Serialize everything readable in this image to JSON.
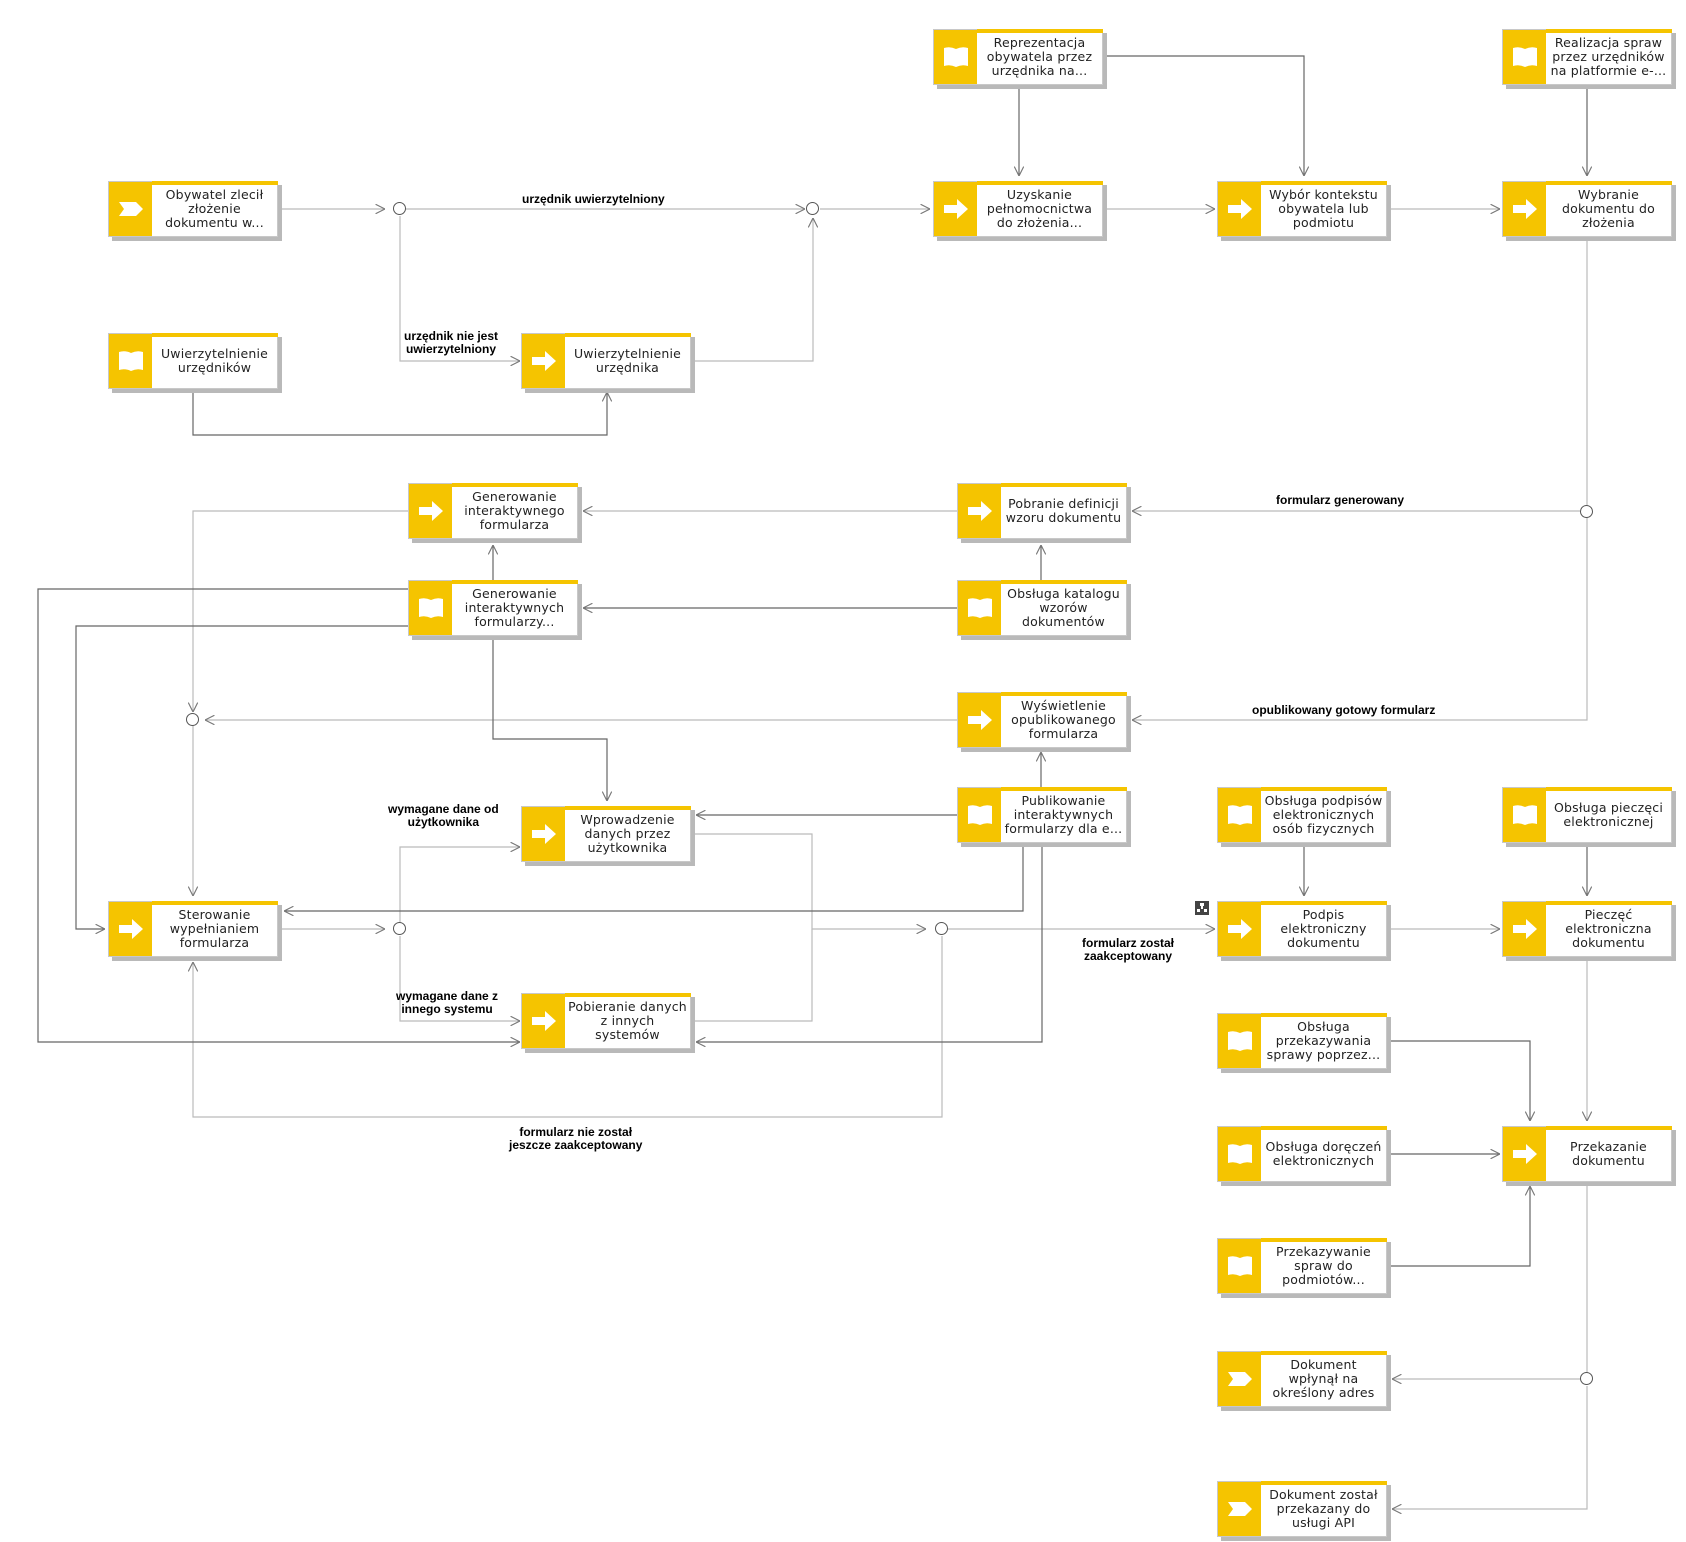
{
  "colors": {
    "accent": "#f5c400",
    "line_dark": "#666666",
    "line_light": "#bbbbbb"
  },
  "nodes": {
    "obywatel_zlecil": "Obywatel zlecił\nzłożenie\ndokumentu w...",
    "uwierzytelnienie_urzednikow": "Uwierzytelnienie\nurzędników",
    "uwierzytelnienie_urzednika": "Uwierzytelnienie\nurzędnika",
    "reprezentacja": "Reprezentacja\nobywatela przez\nurzędnika na...",
    "uzyskanie": "Uzyskanie\npełnomocnictwa\ndo złożenia...",
    "wybor_kontekstu": "Wybór kontekstu\nobywatela lub\npodmiotu",
    "realizacja": "Realizacja spraw\nprzez urzędników\nna platformie e-...",
    "wybranie": "Wybranie\ndokumentu do\nzłożenia",
    "generowanie_interaktywnego": "Generowanie\ninteraktywnego\nformularza",
    "pobranie_definicji": "Pobranie definicji\nwzoru dokumentu",
    "generowanie_interaktywnych": "Generowanie\ninteraktywnych\nformularzy...",
    "obsluga_katalogu": "Obsługa katalogu\nwzorów\ndokumentów",
    "wyswietlenie": "Wyświetlenie\nopublikowanego\nformularza",
    "publikowanie": "Publikowanie\ninteraktywnych\nformularzy dla e...",
    "wprowadzenie": "Wprowadzenie\ndanych przez\nużytkownika",
    "sterowanie": "Sterowanie\nwypełnianiem\nformularza",
    "pobieranie_danych": "Pobieranie danych\nz innych\nsystemów",
    "obsluga_podpisow": "Obsługa podpisów\nelektronicznych\nosób fizycznych",
    "obsluga_pieczeci": "Obsługa pieczęci\nelektronicznej",
    "podpis": "Podpis\nelektroniczny\ndokumentu",
    "pieczec": "Pieczęć\nelektroniczna\ndokumentu",
    "obsluga_przekazywania": "Obsługa\nprzekazywania\nsprawy poprzez...",
    "obsluga_doreczen": "Obsługa doręczeń\nelektronicznych",
    "przekazanie": "Przekazanie\ndokumentu",
    "przekazywanie_spraw": "Przekazywanie\nspraw do\npodmiotów...",
    "dokument_wplynal": "Dokument\nwpłynął na\nokreślony adres",
    "dokument_przekazany": "Dokument został\nprzekazany do\nusługi API"
  },
  "edge_labels": {
    "urzednik_uwierzytelniony": "urzędnik uwierzytelniony",
    "urzednik_nie_jest": "urzędnik nie jest\nuwierzytelniony",
    "formularz_generowany": "formularz generowany",
    "opublikowany_gotowy": "opublikowany gotowy formularz",
    "wymagane_dane_od": "wymagane dane od\nużytkownika",
    "wymagane_dane_z": "wymagane dane z\ninnego systemu",
    "formularz_zostal": "formularz został\nzaakceptowany",
    "formularz_nie_zostal": "formularz nie został\njeszcze zaakceptowany"
  }
}
